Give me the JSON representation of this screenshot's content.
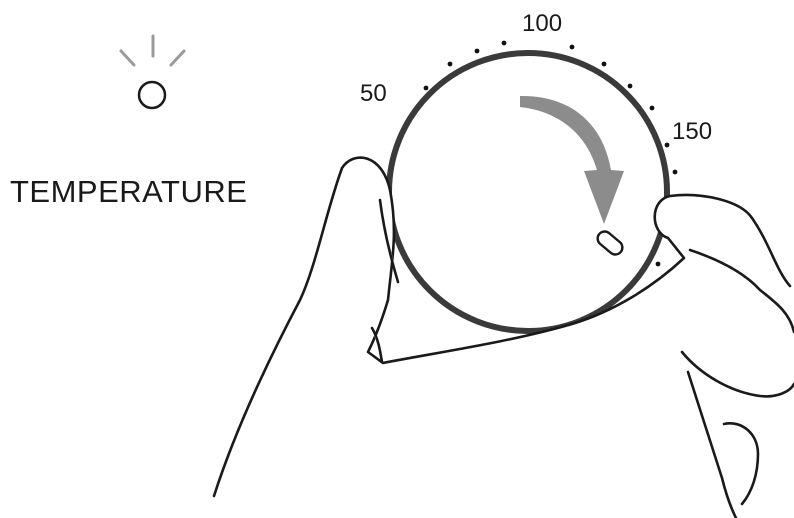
{
  "indicator": {
    "label": "TEMPERATURE",
    "light_icon": "indicator-light-icon"
  },
  "dial": {
    "scale_labels": [
      "50",
      "100",
      "150"
    ],
    "rotation_arrow_icon": "clockwise-arrow-icon",
    "pointer_icon": "dial-pointer-icon",
    "arrow_color": "#8c8c8c",
    "ring_color": "#3a3a3a"
  },
  "hand_icon": "hand-turning-knob-icon"
}
